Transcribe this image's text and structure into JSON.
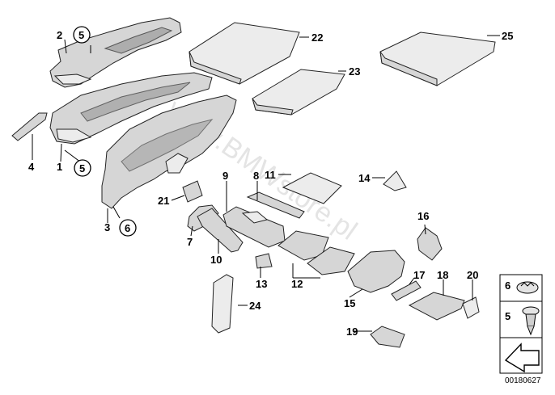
{
  "diagram": {
    "watermark": "www.BMWstore.pl",
    "image_code": "00180627",
    "callouts": [
      {
        "id": "c2",
        "label": "2"
      },
      {
        "id": "c5a",
        "label": "5",
        "circled": true
      },
      {
        "id": "c4",
        "label": "4"
      },
      {
        "id": "c1",
        "label": "1"
      },
      {
        "id": "c5b",
        "label": "5",
        "circled": true
      },
      {
        "id": "c3",
        "label": "3"
      },
      {
        "id": "c6",
        "label": "6",
        "circled": true
      },
      {
        "id": "c22",
        "label": "22"
      },
      {
        "id": "c23",
        "label": "23"
      },
      {
        "id": "c25",
        "label": "25"
      },
      {
        "id": "c9",
        "label": "9"
      },
      {
        "id": "c8",
        "label": "8"
      },
      {
        "id": "c11",
        "label": "11"
      },
      {
        "id": "c14",
        "label": "14"
      },
      {
        "id": "c21",
        "label": "21"
      },
      {
        "id": "c7",
        "label": "7"
      },
      {
        "id": "c10",
        "label": "10"
      },
      {
        "id": "c16",
        "label": "16"
      },
      {
        "id": "c13",
        "label": "13"
      },
      {
        "id": "c12",
        "label": "12"
      },
      {
        "id": "c17",
        "label": "17"
      },
      {
        "id": "c18",
        "label": "18"
      },
      {
        "id": "c20",
        "label": "20"
      },
      {
        "id": "c15",
        "label": "15"
      },
      {
        "id": "c24",
        "label": "24"
      },
      {
        "id": "c19",
        "label": "19"
      }
    ],
    "legend": [
      {
        "id": "l6",
        "label": "6",
        "icon": "clip-icon"
      },
      {
        "id": "l5",
        "label": "5",
        "icon": "expanding-rivet-icon"
      }
    ]
  }
}
